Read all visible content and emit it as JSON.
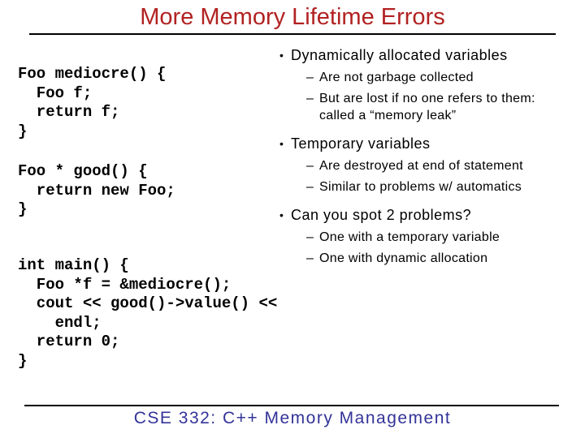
{
  "slide": {
    "title": "More Memory Lifetime Errors"
  },
  "colors": {
    "title": "#b22222",
    "footer": "#333399",
    "text": "#000000",
    "rule": "#000000",
    "bg": "#ffffff"
  },
  "markers": {
    "bullet": "•",
    "dash": "–"
  },
  "code_blocks": [
    {
      "name": "mediocre-function",
      "text": "Foo mediocre() {\n  Foo f;\n  return f;\n}"
    },
    {
      "name": "good-function",
      "text": "Foo * good() {\n  return new Foo;\n}"
    },
    {
      "name": "main-function",
      "text": "int main() {\n  Foo *f = &mediocre();\n  cout << good()->value() <<\n    endl;\n  return 0;\n}"
    }
  ],
  "bullets": [
    {
      "label": "Dynamically allocated variables",
      "subs": [
        "Are not garbage collected",
        "But are lost if no one refers to them: called a “memory leak”"
      ]
    },
    {
      "label": "Temporary variables",
      "subs": [
        "Are destroyed at end of statement",
        "Similar to problems w/ automatics"
      ]
    },
    {
      "label": "Can you spot 2 problems?",
      "subs": [
        "One with a temporary variable",
        "One with dynamic allocation"
      ]
    }
  ],
  "footer": {
    "text": "CSE 332: C++ Memory Management"
  }
}
